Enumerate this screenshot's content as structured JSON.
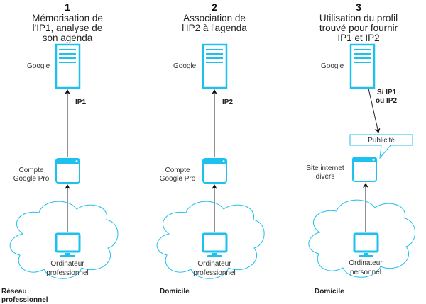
{
  "colors": {
    "accent": "#1ec1ee",
    "line": "#222222",
    "text": "#333333"
  },
  "columns": [
    {
      "number": "1",
      "title_lines": [
        "Mémorisation de",
        "l'IP1, analyse de",
        "son agenda"
      ],
      "server_label": "Google",
      "arrow_label_lines": [
        "IP1"
      ],
      "window_label_lines": [
        "Compte",
        "Google Pro"
      ],
      "computer_label_lines": [
        "Ordinateur",
        "professionnel"
      ],
      "network_label_lines": [
        "Réseau",
        "professionnel"
      ]
    },
    {
      "number": "2",
      "title_lines": [
        "Association de",
        "l'IP2 à l'agenda"
      ],
      "server_label": "Google",
      "arrow_label_lines": [
        "IP2"
      ],
      "window_label_lines": [
        "Compte",
        "Google Pro"
      ],
      "computer_label_lines": [
        "Ordinateur",
        "professionnel"
      ],
      "network_label_lines": [
        "Domicile"
      ]
    },
    {
      "number": "3",
      "title_lines": [
        "Utilisation du profil",
        "trouvé pour fournir",
        "IP1 et IP2"
      ],
      "server_label": "Google",
      "arrow_label_lines": [
        "Si IP1",
        "ou IP2"
      ],
      "callout_label": "Publicité",
      "window_label_lines": [
        "Site internet",
        "divers"
      ],
      "computer_label_lines": [
        "Ordinateur",
        "personnel"
      ],
      "network_label_lines": [
        "Domicile"
      ]
    }
  ]
}
